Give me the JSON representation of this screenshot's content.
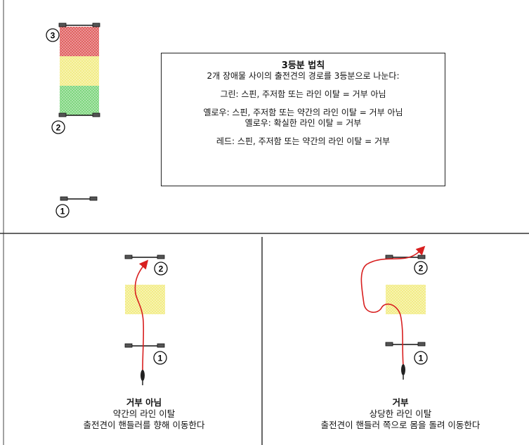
{
  "rule_box": {
    "title": "3등분 법칙",
    "intro": "2개 장애물 사이의 출전견의 경로를 3등분으로 나눈다:",
    "green": "그린: 스핀, 주저함 또는 라인 이탈 = 거부 아님",
    "yellow_1": "옐로우: 스핀, 주저함 또는 약간의 라인 이탈 = 거부 아님",
    "yellow_2": "옐로우: 확실한 라인 이탈 = 거부",
    "red": "레드: 스핀, 주저함 또는 약간의 라인 이탈 = 거부"
  },
  "markers": {
    "one": "1",
    "two": "2",
    "three": "3"
  },
  "zones": {
    "red": "#e06060",
    "yellow": "#f2ec86",
    "green": "#7ed67e",
    "path": "#d81f1f"
  },
  "left_example": {
    "head": "거부 아님",
    "line1": "약간의 라인 이탈",
    "line2": "출전견이 핸들러를 향해 이동한다"
  },
  "right_example": {
    "head": "거부",
    "line1": "상당한 라인 이탈",
    "line2": "출전견이 핸들러 쪽으로 몸을 돌려 이동한다"
  }
}
